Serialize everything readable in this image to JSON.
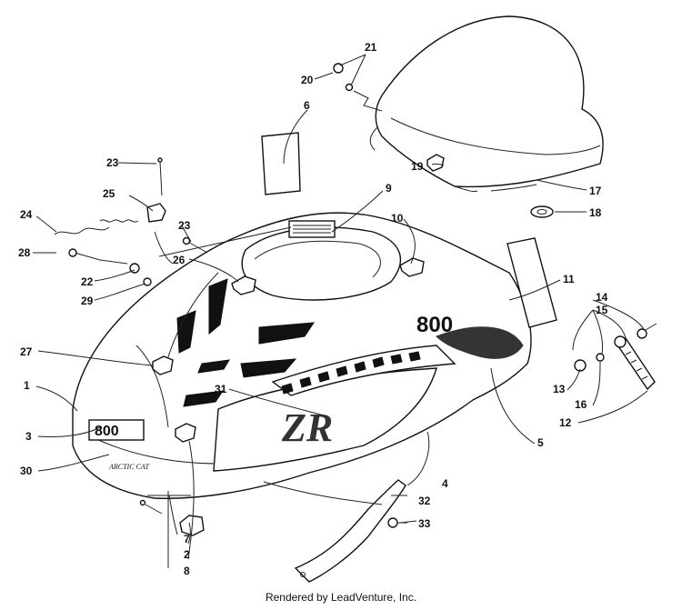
{
  "callouts": {
    "c1": "1",
    "c2": "2",
    "c3": "3",
    "c4": "4",
    "c5": "5",
    "c6": "6",
    "c7": "7",
    "c8": "8",
    "c9": "9",
    "c10": "10",
    "c11": "11",
    "c12": "12",
    "c13": "13",
    "c14": "14",
    "c15": "15",
    "c16": "16",
    "c17": "17",
    "c18": "18",
    "c19": "19",
    "c20": "20",
    "c21": "21",
    "c22": "22",
    "c23a": "23",
    "c23b": "23",
    "c24": "24",
    "c25": "25",
    "c26": "26",
    "c27": "27",
    "c28": "28",
    "c29": "29",
    "c30": "30",
    "c31": "31",
    "c32": "32",
    "c33": "33"
  },
  "decals": {
    "hood_number": "800",
    "hood_script": "ZR",
    "front_number": "800",
    "front_small": "ARCTIC CAT"
  },
  "footer": {
    "credit": "Rendered by LeadVenture, Inc."
  }
}
